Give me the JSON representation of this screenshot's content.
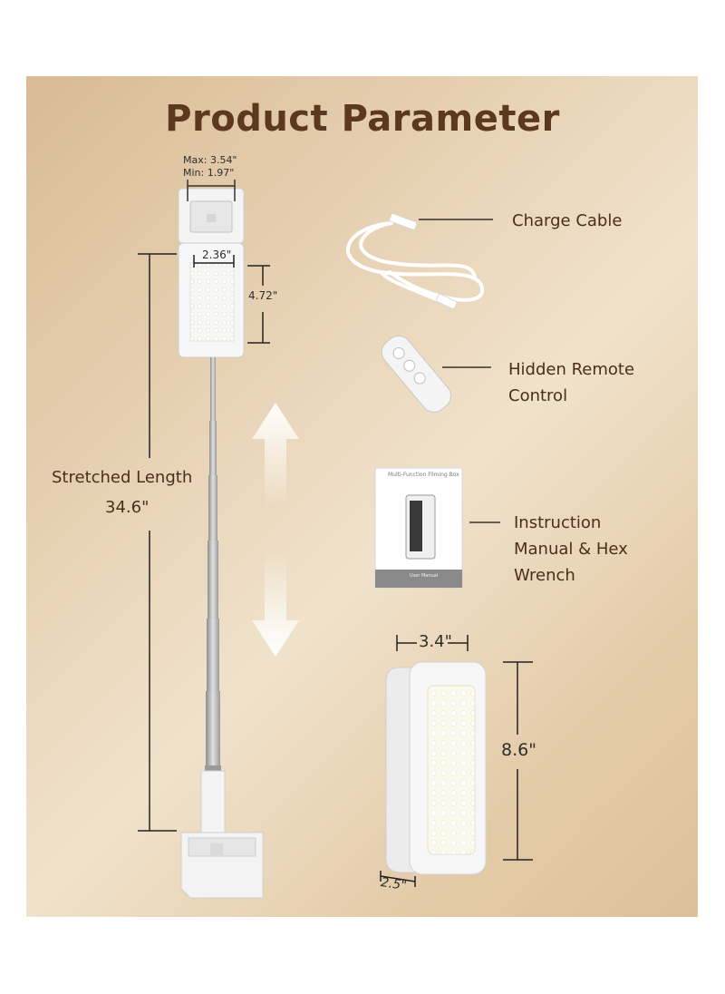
{
  "title": "Product Parameter",
  "clamp": {
    "max": "Max: 3.54\"",
    "min": "Min: 1.97\""
  },
  "light_head": {
    "width": "2.36\"",
    "height": "4.72\""
  },
  "stretched": {
    "label": "Stretched Length",
    "value": "34.6\""
  },
  "accessories": {
    "cable": "Charge Cable",
    "remote_line1": "Hidden Remote",
    "remote_line2": "Control",
    "manual_line1": "Instruction",
    "manual_line2": "Manual  & Hex",
    "manual_line3": "Wrench",
    "manual_cover_title": "Multi-Function Filming Box",
    "manual_cover_footer": "User Manual"
  },
  "box": {
    "width": "3.4\"",
    "height": "8.6\"",
    "depth": "2.5\""
  }
}
